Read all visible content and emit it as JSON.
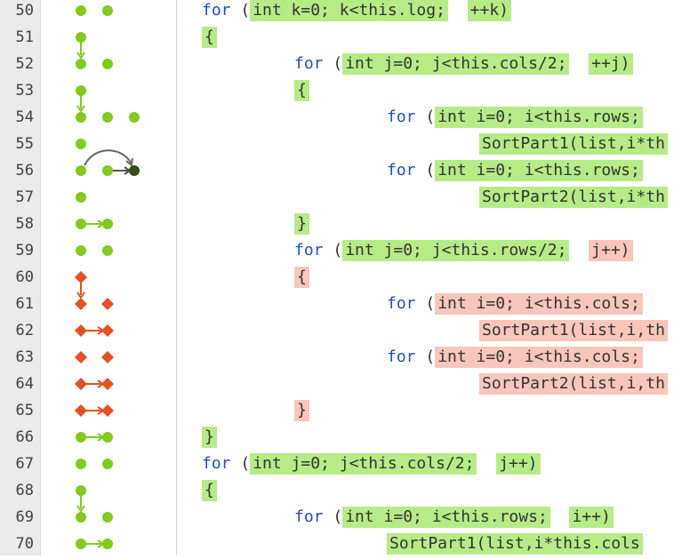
{
  "colors": {
    "ok": "#7fcc1d",
    "warn": "#e8501f",
    "ok_bg": "#b6ec86",
    "warn_bg": "#f9c6bb"
  },
  "lines": [
    {
      "num": "50",
      "indent": 1,
      "parts": [
        {
          "t": "for",
          "k": 1
        },
        {
          "t": " ("
        },
        {
          "t": "int k=0; k<this.log;",
          "hl": "g"
        },
        {
          "t": "  "
        },
        {
          "t": "++k)",
          "hl": "g"
        }
      ]
    },
    {
      "num": "51",
      "indent": 1,
      "parts": [
        {
          "t": "{",
          "hl": "g"
        }
      ]
    },
    {
      "num": "52",
      "indent": 2,
      "parts": [
        {
          "t": "for",
          "k": 1
        },
        {
          "t": " ("
        },
        {
          "t": "int j=0; j<this.cols/2;",
          "hl": "g"
        },
        {
          "t": "  "
        },
        {
          "t": "++j)",
          "hl": "g"
        }
      ]
    },
    {
      "num": "53",
      "indent": 2,
      "parts": [
        {
          "t": "{",
          "hl": "g"
        }
      ]
    },
    {
      "num": "54",
      "indent": 3,
      "parts": [
        {
          "t": "for",
          "k": 1
        },
        {
          "t": " ("
        },
        {
          "t": "int i=0; i<this.rows;",
          "hl": "g"
        }
      ]
    },
    {
      "num": "55",
      "indent": 4,
      "parts": [
        {
          "t": "SortPart1(list,i*th",
          "hl": "g"
        }
      ]
    },
    {
      "num": "56",
      "indent": 3,
      "parts": [
        {
          "t": "for",
          "k": 1
        },
        {
          "t": " ("
        },
        {
          "t": "int i=0; i<this.rows;",
          "hl": "g"
        }
      ]
    },
    {
      "num": "57",
      "indent": 4,
      "parts": [
        {
          "t": "SortPart2(list,i*th",
          "hl": "g"
        }
      ]
    },
    {
      "num": "58",
      "indent": 2,
      "parts": [
        {
          "t": "}",
          "hl": "g"
        }
      ]
    },
    {
      "num": "59",
      "indent": 2,
      "parts": [
        {
          "t": "for",
          "k": 1
        },
        {
          "t": " ("
        },
        {
          "t": "int j=0; j<this.rows/2;",
          "hl": "g"
        },
        {
          "t": "  "
        },
        {
          "t": "j++)",
          "hl": "r"
        }
      ]
    },
    {
      "num": "60",
      "indent": 2,
      "parts": [
        {
          "t": "{",
          "hl": "r"
        }
      ]
    },
    {
      "num": "61",
      "indent": 3,
      "parts": [
        {
          "t": "for",
          "k": 1
        },
        {
          "t": " ("
        },
        {
          "t": "int i=0; i<this.cols;",
          "hl": "r"
        }
      ]
    },
    {
      "num": "62",
      "indent": 4,
      "parts": [
        {
          "t": "SortPart1(list,i,th",
          "hl": "r"
        }
      ]
    },
    {
      "num": "63",
      "indent": 3,
      "parts": [
        {
          "t": "for",
          "k": 1
        },
        {
          "t": " ("
        },
        {
          "t": "int i=0; i<this.cols;",
          "hl": "r"
        }
      ]
    },
    {
      "num": "64",
      "indent": 4,
      "parts": [
        {
          "t": "SortPart2(list,i,th",
          "hl": "r"
        }
      ]
    },
    {
      "num": "65",
      "indent": 2,
      "parts": [
        {
          "t": "}",
          "hl": "r"
        }
      ]
    },
    {
      "num": "66",
      "indent": 1,
      "parts": [
        {
          "t": "}",
          "hl": "g"
        }
      ]
    },
    {
      "num": "67",
      "indent": 1,
      "parts": [
        {
          "t": "for",
          "k": 1
        },
        {
          "t": " ("
        },
        {
          "t": "int j=0; j<this.cols/2;",
          "hl": "g"
        },
        {
          "t": "  "
        },
        {
          "t": "j++)",
          "hl": "g"
        }
      ]
    },
    {
      "num": "68",
      "indent": 1,
      "parts": [
        {
          "t": "{",
          "hl": "g"
        }
      ]
    },
    {
      "num": "69",
      "indent": 2,
      "parts": [
        {
          "t": "for",
          "k": 1
        },
        {
          "t": " ("
        },
        {
          "t": "int i=0; i<this.rows;",
          "hl": "g"
        },
        {
          "t": "  "
        },
        {
          "t": "i++)",
          "hl": "g"
        }
      ]
    },
    {
      "num": "70",
      "indent": 3,
      "parts": [
        {
          "t": "SortPart1(list,i*this.cols",
          "hl": "g"
        }
      ]
    }
  ],
  "flow": [
    {
      "nodes": [
        {
          "c": 0,
          "s": "dot"
        },
        {
          "c": 1,
          "s": "dot"
        }
      ]
    },
    {
      "nodes": [
        {
          "c": 0,
          "s": "dot"
        }
      ],
      "down": [
        0
      ]
    },
    {
      "nodes": [
        {
          "c": 0,
          "s": "dot"
        },
        {
          "c": 1,
          "s": "dot"
        }
      ]
    },
    {
      "nodes": [
        {
          "c": 0,
          "s": "dot"
        }
      ],
      "down": [
        0
      ]
    },
    {
      "nodes": [
        {
          "c": 0,
          "s": "dot"
        },
        {
          "c": 1,
          "s": "dot"
        },
        {
          "c": 2,
          "s": "dot"
        }
      ]
    },
    {
      "nodes": [
        {
          "c": 0,
          "s": "dot"
        }
      ]
    },
    {
      "nodes": [
        {
          "c": 0,
          "s": "dot"
        },
        {
          "c": 1,
          "s": "dot"
        },
        {
          "c": 2,
          "s": "dark"
        }
      ],
      "right": [
        [
          1,
          2
        ]
      ],
      "arc": [
        0,
        2
      ]
    },
    {
      "nodes": [
        {
          "c": 0,
          "s": "dot"
        }
      ]
    },
    {
      "nodes": [
        {
          "c": 0,
          "s": "dot"
        },
        {
          "c": 1,
          "s": "dot"
        }
      ],
      "right": [
        [
          0,
          1
        ]
      ]
    },
    {
      "nodes": [
        {
          "c": 0,
          "s": "dot"
        },
        {
          "c": 1,
          "s": "dot"
        }
      ]
    },
    {
      "nodes": [
        {
          "c": 0,
          "s": "dia"
        }
      ],
      "down": [
        0
      ]
    },
    {
      "nodes": [
        {
          "c": 0,
          "s": "dia"
        },
        {
          "c": 1,
          "s": "dia"
        }
      ]
    },
    {
      "nodes": [
        {
          "c": 0,
          "s": "dia"
        },
        {
          "c": 1,
          "s": "dia"
        }
      ],
      "right": [
        [
          0,
          1
        ]
      ]
    },
    {
      "nodes": [
        {
          "c": 0,
          "s": "dia"
        },
        {
          "c": 1,
          "s": "dia"
        }
      ]
    },
    {
      "nodes": [
        {
          "c": 0,
          "s": "dia"
        },
        {
          "c": 1,
          "s": "dia"
        }
      ],
      "right": [
        [
          0,
          1
        ]
      ]
    },
    {
      "nodes": [
        {
          "c": 0,
          "s": "dia"
        },
        {
          "c": 1,
          "s": "dia"
        }
      ],
      "right": [
        [
          0,
          1
        ]
      ]
    },
    {
      "nodes": [
        {
          "c": 0,
          "s": "dot"
        },
        {
          "c": 1,
          "s": "dot"
        }
      ],
      "right": [
        [
          0,
          1
        ]
      ]
    },
    {
      "nodes": [
        {
          "c": 0,
          "s": "dot"
        },
        {
          "c": 1,
          "s": "dot"
        }
      ]
    },
    {
      "nodes": [
        {
          "c": 0,
          "s": "dot"
        }
      ],
      "down": [
        0
      ]
    },
    {
      "nodes": [
        {
          "c": 0,
          "s": "dot"
        },
        {
          "c": 1,
          "s": "dot"
        }
      ]
    },
    {
      "nodes": [
        {
          "c": 0,
          "s": "dot"
        },
        {
          "c": 1,
          "s": "dot"
        }
      ],
      "right": [
        [
          0,
          1
        ]
      ]
    }
  ]
}
